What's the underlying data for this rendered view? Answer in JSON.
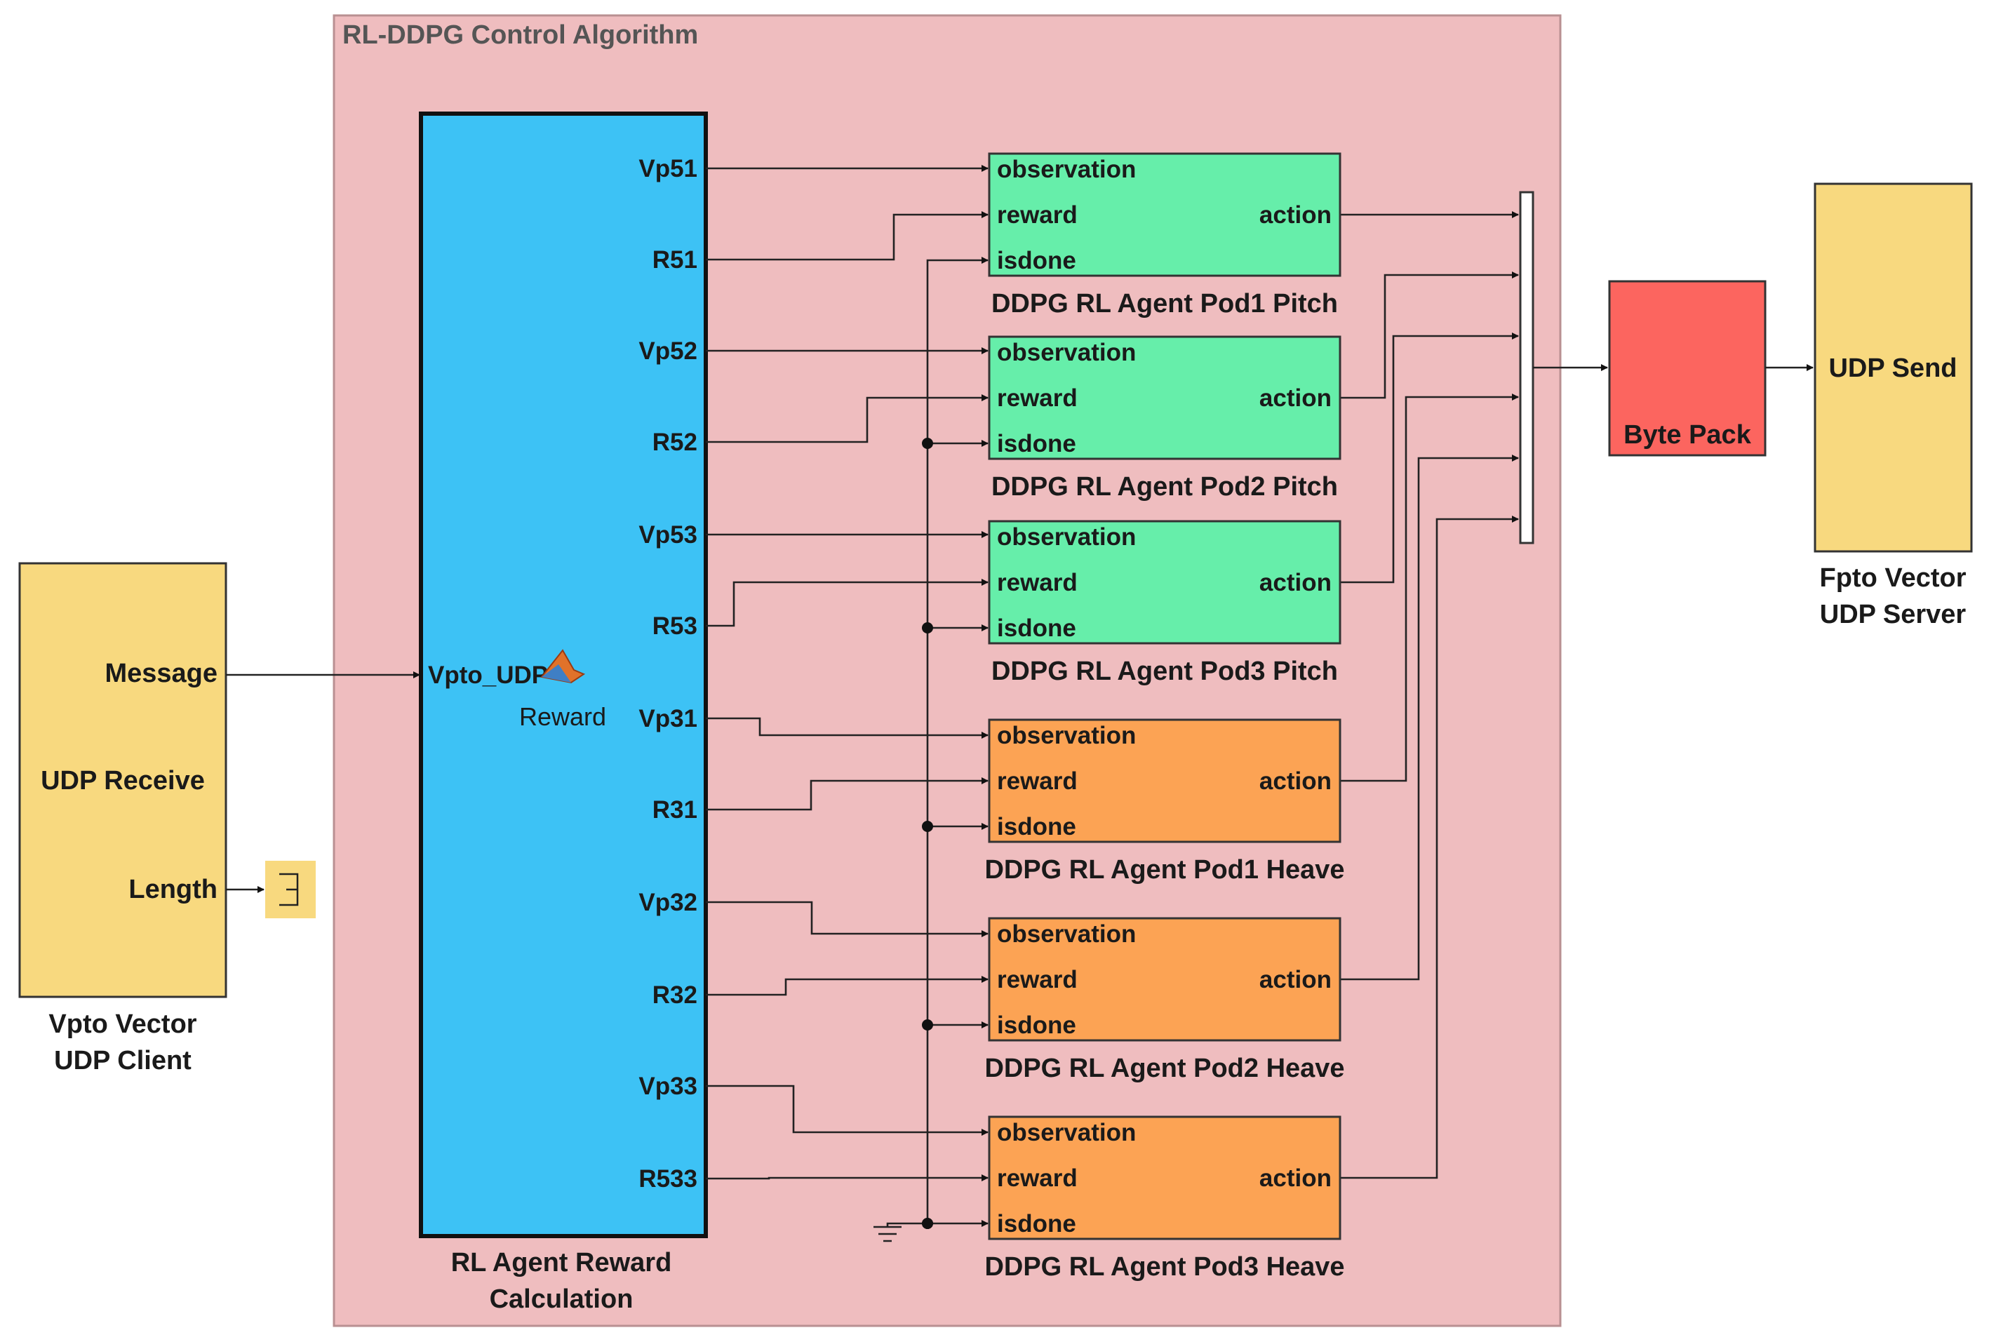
{
  "colors": {
    "subsystem_bg": "#efbdbf",
    "subsystem_border": "#b99092",
    "reward_block": "#3dc2f5",
    "pitch_agent": "#66eeaa",
    "heave_agent": "#fca354",
    "byte_pack": "#fc655f",
    "udp_block": "#f8d97f",
    "line": "#222222"
  },
  "subsystem": {
    "title": "RL-DDPG Control Algorithm"
  },
  "udp_receive": {
    "ports": {
      "message": "Message",
      "length": "Length"
    },
    "title": "UDP Receive",
    "caption_line1": "Vpto Vector",
    "caption_line2": "UDP Client"
  },
  "reward_block": {
    "input_port": "Vpto_UDP",
    "function_name": "Reward",
    "icon": "matlab-logo-icon",
    "caption_line1": "RL Agent Reward",
    "caption_line2": "Calculation",
    "outputs": [
      "Vp51",
      "R51",
      "Vp52",
      "R52",
      "Vp53",
      "R53",
      "Vp31",
      "R31",
      "Vp32",
      "R32",
      "Vp33",
      "R533"
    ]
  },
  "agents": [
    {
      "caption": "DDPG RL Agent Pod1 Pitch",
      "kind": "pitch",
      "ports": {
        "observation": "observation",
        "reward": "reward",
        "isdone": "isdone",
        "action": "action"
      }
    },
    {
      "caption": "DDPG RL Agent Pod2 Pitch",
      "kind": "pitch",
      "ports": {
        "observation": "observation",
        "reward": "reward",
        "isdone": "isdone",
        "action": "action"
      }
    },
    {
      "caption": "DDPG RL Agent Pod3 Pitch",
      "kind": "pitch",
      "ports": {
        "observation": "observation",
        "reward": "reward",
        "isdone": "isdone",
        "action": "action"
      }
    },
    {
      "caption": "DDPG RL Agent Pod1 Heave",
      "kind": "heave",
      "ports": {
        "observation": "observation",
        "reward": "reward",
        "isdone": "isdone",
        "action": "action"
      }
    },
    {
      "caption": "DDPG RL Agent Pod2 Heave",
      "kind": "heave",
      "ports": {
        "observation": "observation",
        "reward": "reward",
        "isdone": "isdone",
        "action": "action"
      }
    },
    {
      "caption": "DDPG RL Agent Pod3 Heave",
      "kind": "heave",
      "ports": {
        "observation": "observation",
        "reward": "reward",
        "isdone": "isdone",
        "action": "action"
      }
    }
  ],
  "byte_pack": {
    "title": "Byte Pack"
  },
  "udp_send": {
    "title": "UDP Send",
    "caption_line1": "Fpto Vector",
    "caption_line2": "UDP Server"
  },
  "icons": {
    "terminator": "terminator-icon",
    "ground": "ground-icon",
    "mux": "mux-bar"
  }
}
